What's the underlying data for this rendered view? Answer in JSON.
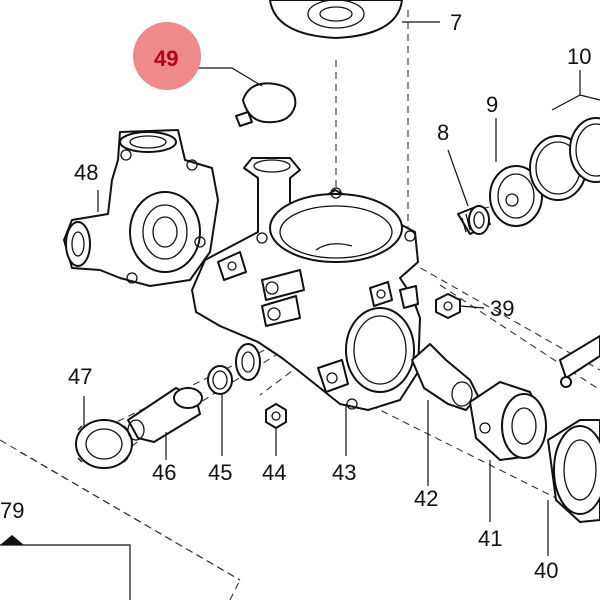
{
  "labels": {
    "l7": "7",
    "l10": "10",
    "l9": "9",
    "l8": "8",
    "l49": "49",
    "l48": "48",
    "l39": "39",
    "l47": "47",
    "l46": "46",
    "l45": "45",
    "l44": "44",
    "l43": "43",
    "l42": "42",
    "l41": "41",
    "l40": "40",
    "l79": "79"
  },
  "colors": {
    "highlight": "#f08a8a",
    "highlight_text": "#b3001e",
    "line": "#111111"
  }
}
